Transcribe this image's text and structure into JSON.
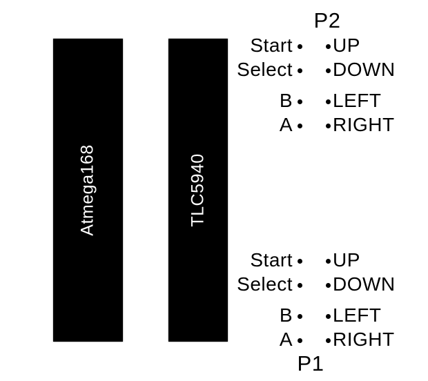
{
  "diagram": {
    "colors": {
      "background": "#ffffff",
      "chip_fill": "#000000",
      "chip_text": "#ffffff",
      "label_text": "#000000",
      "pin_dot": "#000000"
    },
    "chips": [
      {
        "label": "Atmega168"
      },
      {
        "label": "TLC5940"
      }
    ],
    "connectors": [
      {
        "title": "P2",
        "title_position": "top",
        "rows": [
          {
            "left": "Start",
            "right": "UP"
          },
          {
            "left": "Select",
            "right": "DOWN"
          },
          {
            "left": "B",
            "right": "LEFT"
          },
          {
            "left": "A",
            "right": "RIGHT"
          }
        ]
      },
      {
        "title": "P1",
        "title_position": "bottom",
        "rows": [
          {
            "left": "Start",
            "right": "UP"
          },
          {
            "left": "Select",
            "right": "DOWN"
          },
          {
            "left": "B",
            "right": "LEFT"
          },
          {
            "left": "A",
            "right": "RIGHT"
          }
        ]
      }
    ]
  }
}
